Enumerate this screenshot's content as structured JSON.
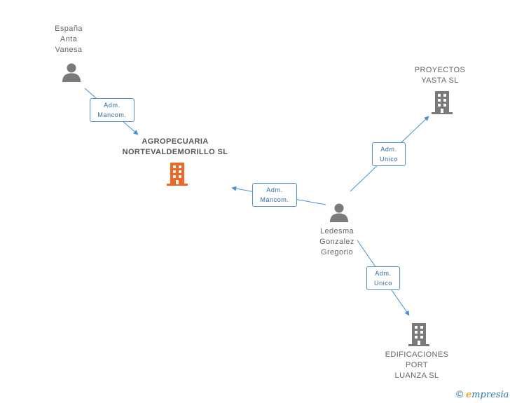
{
  "colors": {
    "person": "#7a7a7a",
    "company": "#7a7a7a",
    "company_focus": "#f26522",
    "edge": "#4a90d9",
    "edge_text": "#2b6cb0"
  },
  "nodes": {
    "espana": {
      "type": "person",
      "lines": [
        "España",
        "Anta",
        "Vanesa"
      ]
    },
    "agropecuaria": {
      "type": "company-focus",
      "lines": [
        "AGROPECUARIA",
        "NORTEVALDEMORILLO SL"
      ]
    },
    "ledesma": {
      "type": "person",
      "lines": [
        "Ledesma",
        "Gonzalez",
        "Gregorio"
      ]
    },
    "proyectos": {
      "type": "company",
      "lines": [
        "PROYECTOS",
        "YASTA SL"
      ]
    },
    "edificaciones": {
      "type": "company",
      "lines": [
        "EDIFICACIONES",
        "PORT",
        "LUANZA SL"
      ]
    }
  },
  "edges": {
    "e1": {
      "from": "espana",
      "to": "agropecuaria",
      "lines": [
        "Adm.",
        "Mancom."
      ]
    },
    "e2": {
      "from": "ledesma",
      "to": "agropecuaria",
      "lines": [
        "Adm.",
        "Mancom."
      ]
    },
    "e3": {
      "from": "ledesma",
      "to": "proyectos",
      "lines": [
        "Adm.",
        "Unico"
      ]
    },
    "e4": {
      "from": "ledesma",
      "to": "edificaciones",
      "lines": [
        "Adm.",
        "Unico"
      ]
    }
  },
  "footer": {
    "copyright_symbol": "©",
    "brand_first": "e",
    "brand_rest": "mpresia"
  }
}
